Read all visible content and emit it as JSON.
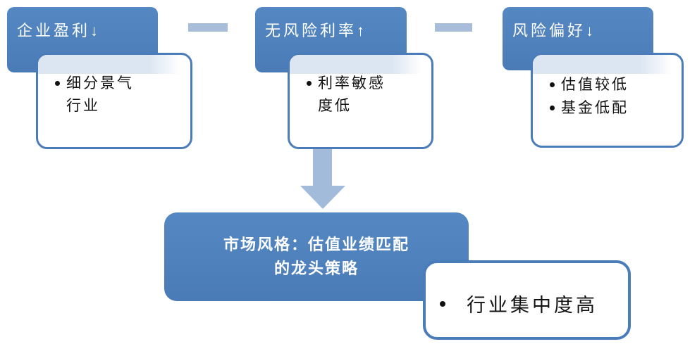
{
  "diagram": {
    "nodes": [
      {
        "header": "企业盈利↓",
        "bullets": [
          {
            "lines": [
              "细分景气",
              "行业"
            ]
          }
        ]
      },
      {
        "header": "无风险利率↑",
        "bullets": [
          {
            "lines": [
              "利率敏感",
              "度低"
            ]
          }
        ]
      },
      {
        "header": "风险偏好↓",
        "bullets": [
          {
            "lines": [
              "估值较低"
            ]
          },
          {
            "lines": [
              "基金低配"
            ]
          }
        ]
      }
    ],
    "conclusion": {
      "title_line1": "市场风格：估值业绩匹配",
      "title_line2": "的龙头策略",
      "bullet": "行业集中度高"
    },
    "colors": {
      "node_blue": "#4f81bd",
      "outline_blue": "#4a7cba",
      "connector_blue": "#a8bdda",
      "overlap_tint": "#dce6f2",
      "text_on_blue": "#ffffff",
      "text_dark": "#111111"
    }
  }
}
